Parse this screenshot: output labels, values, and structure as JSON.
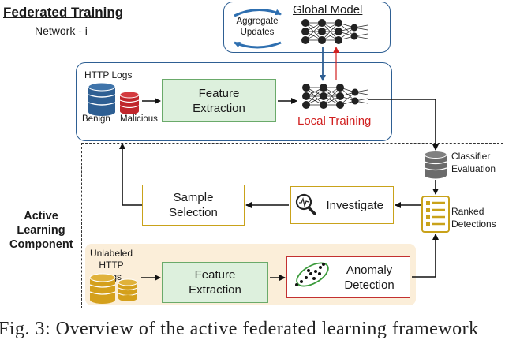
{
  "header": {
    "title": "Federated Training",
    "subtitle": "Network - i"
  },
  "global": {
    "title": "Global Model",
    "aggregate_label": "Aggregate Updates"
  },
  "training": {
    "http_logs": "HTTP Logs",
    "benign": "Benign",
    "malicious": "Malicious",
    "feature_extraction": "Feature\nExtraction",
    "local_training": "Local Training"
  },
  "active": {
    "label": "Active Learning Component",
    "classifier_evaluation": "Classifier Evaluation",
    "ranked_detections": "Ranked Detections",
    "investigate": "Investigate",
    "sample_selection": "Sample\nSelection",
    "unlabeled_logs": "Unlabeled HTTP Logs",
    "feature_extraction": "Feature\nExtraction",
    "anomaly_detection": "Anomaly Detection"
  },
  "caption": "Fig. 3: Overview of the active federated learning framework",
  "colors": {
    "blue_border": "#2e5f93",
    "db_blue": "#2e5f93",
    "db_red": "#c0262c",
    "db_gray": "#6b6b6b",
    "db_gold": "#d4a01c",
    "green_fill": "#ddf0dd",
    "local_training": "#d12020"
  }
}
